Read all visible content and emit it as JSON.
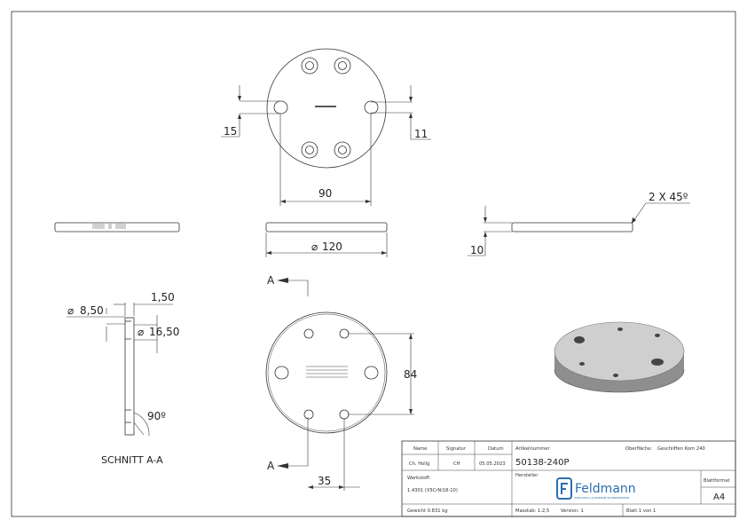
{
  "dimensions": {
    "d15": "15",
    "d11": "11",
    "d90": "90",
    "d120": "120",
    "d10": "10",
    "chamfer": "2 X 45º",
    "d84": "84",
    "d35": "35",
    "d8_50": "8,50",
    "d1_50": "1,50",
    "d16_50": "16,50",
    "angle90": "90º"
  },
  "diameter_symbol": "⌀",
  "section": {
    "label_a_top": "A",
    "label_a_bottom": "A",
    "caption": "SCHNITT A-A"
  },
  "title_block": {
    "name_label": "Name",
    "signatur_label": "Signatur",
    "datum_label": "Datum",
    "name_value": "Ch. Hollg",
    "signatur_value": "CH",
    "datum_value": "05.05.2023",
    "artikel_label": "Artikelnummer",
    "artikel_value": "50138-240P",
    "oberflaeche_label": "Oberfläche:",
    "oberflaeche_value": "Geschliffen Korn 240",
    "werkstoff_label": "Werkstoff:",
    "werkstoff_value": "1.4301 (X5CrNi18-10)",
    "hersteller_label": "Hersteller",
    "logo_text": "Feldmann",
    "logo_tagline": "EDELSTAHL ALUMINIUM SCHMIEDEEISEN",
    "blattformat_label": "Blattformat",
    "blattformat_value": "A4",
    "gewicht": "Gewicht 0.831 kg",
    "masstab": "Masstab: 1:2,5",
    "version": "Version: 1",
    "blatt": "Blatt 1 von 1"
  },
  "colors": {
    "line": "#333333",
    "plate_top": "#cfcfcf",
    "plate_side": "#8e8e8e",
    "logo_blue": "#2a6fb0"
  }
}
